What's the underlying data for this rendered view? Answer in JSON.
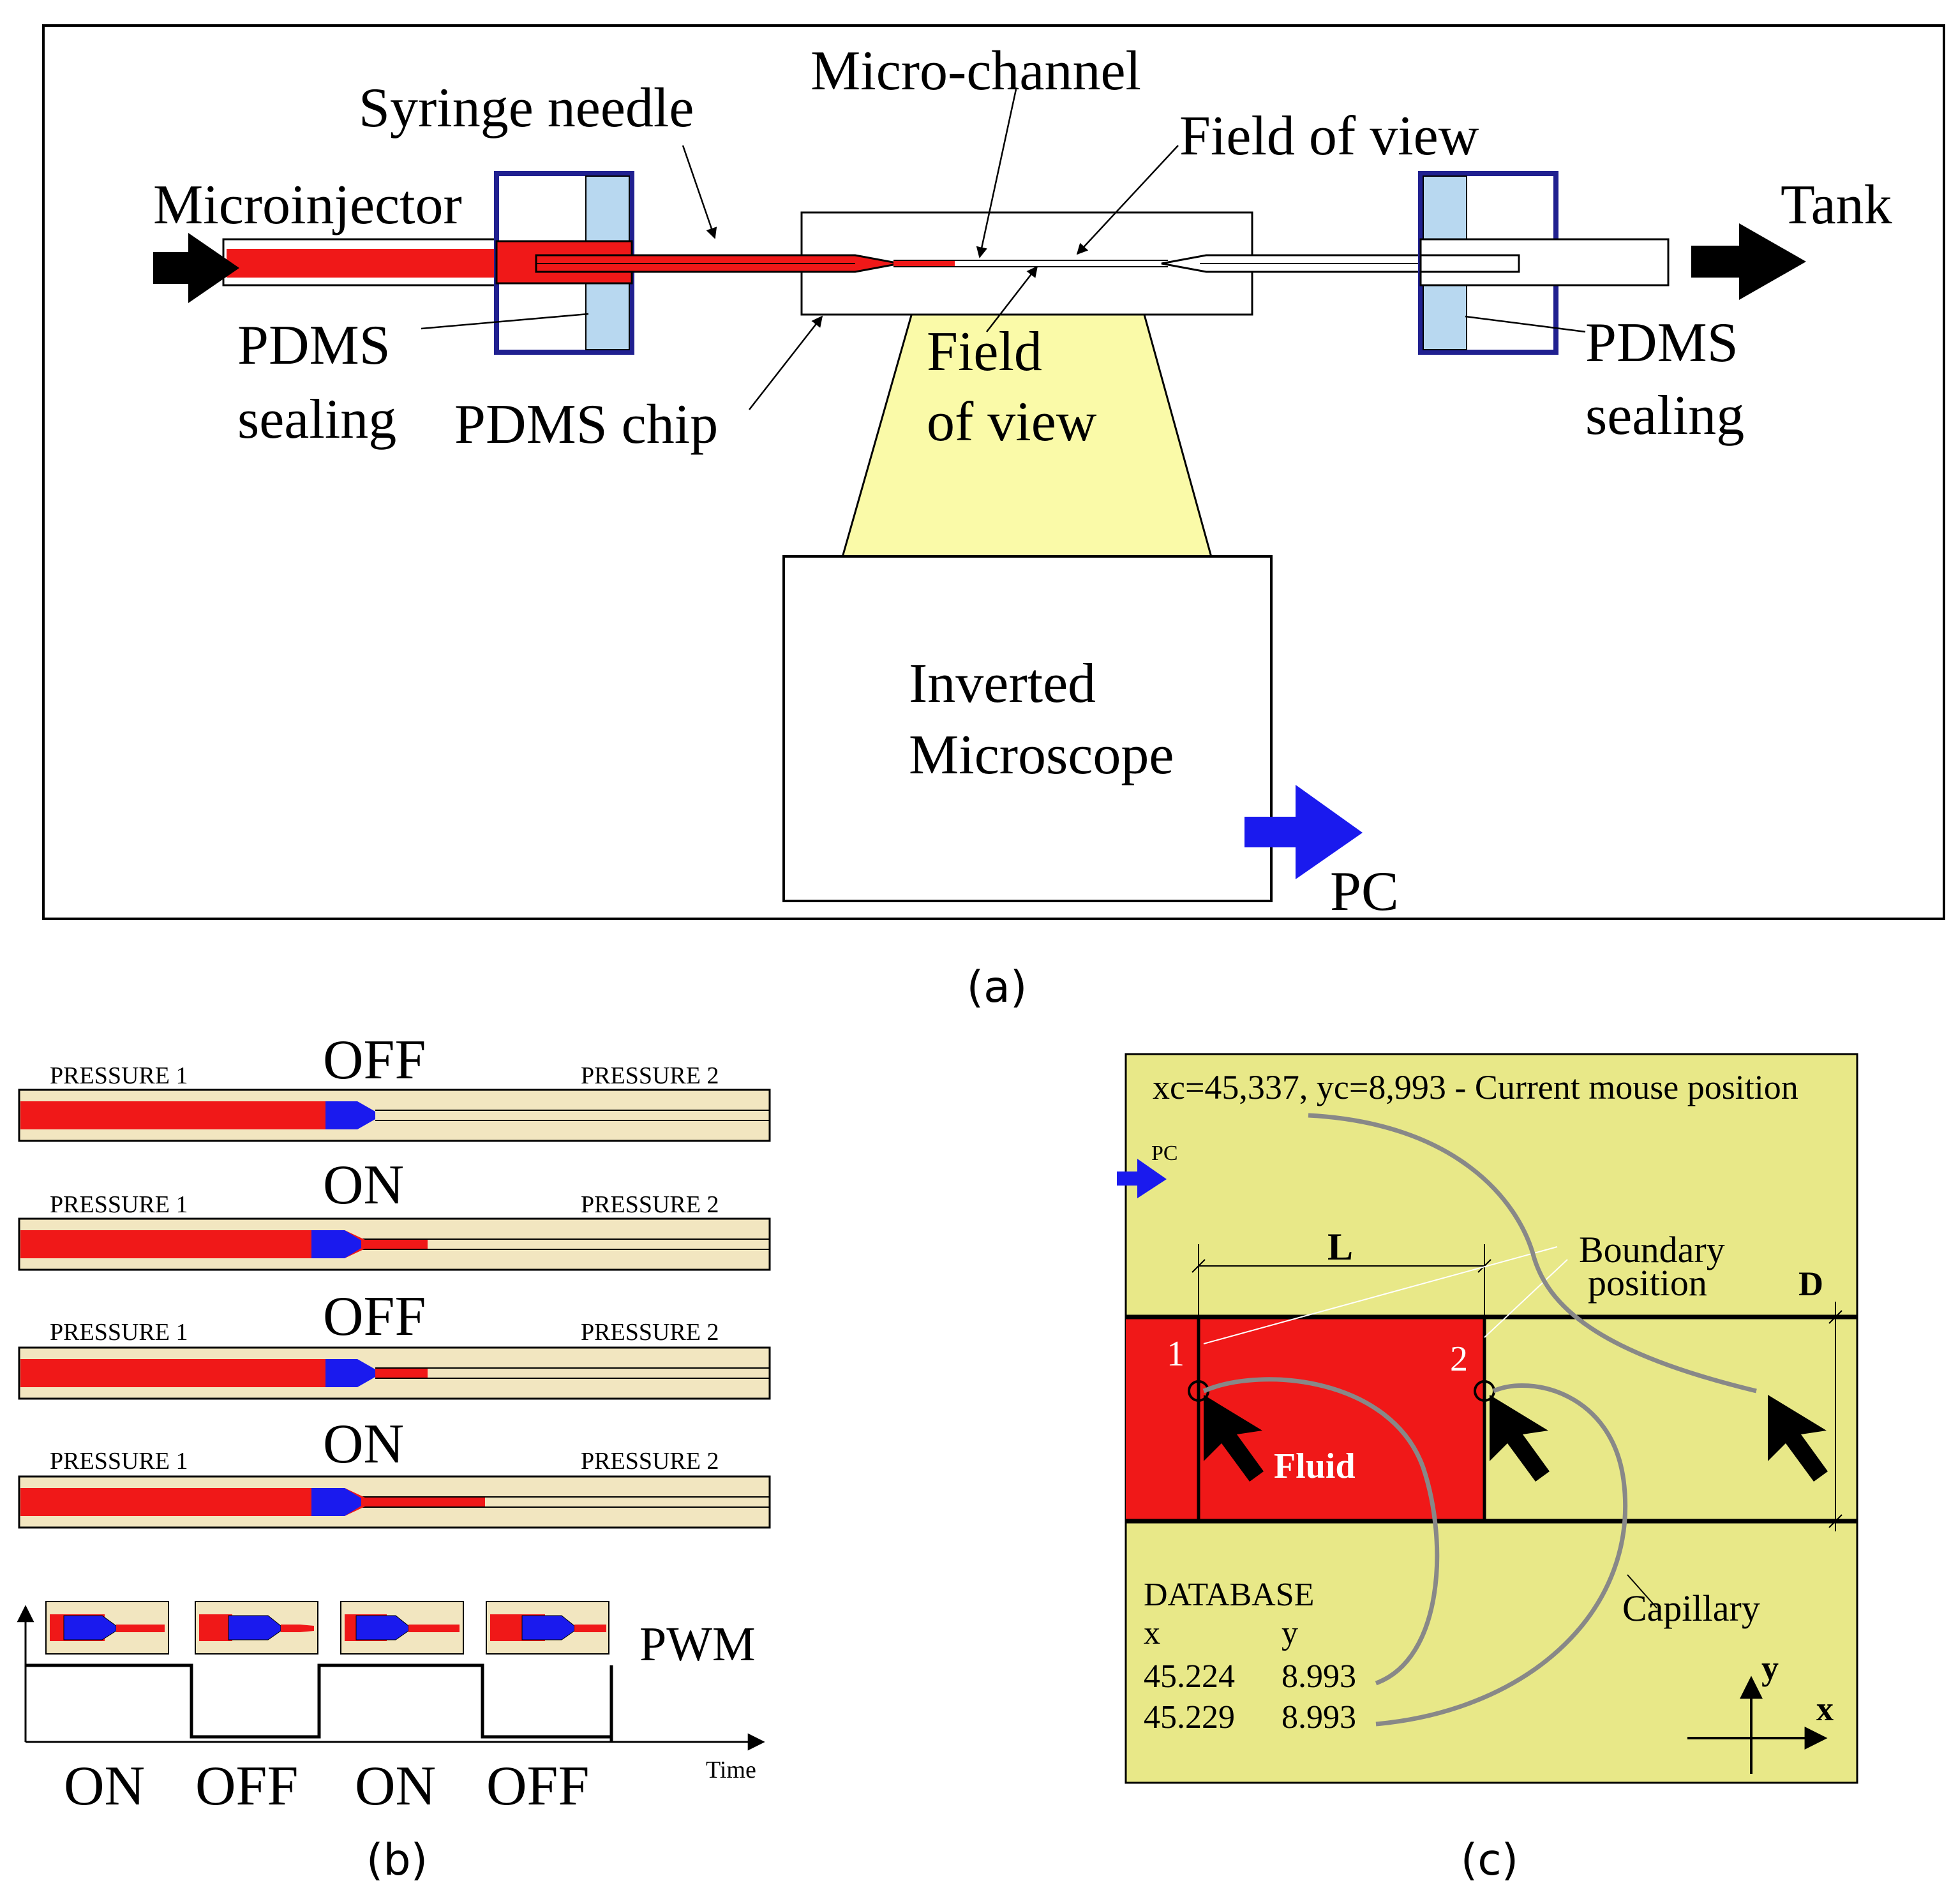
{
  "panel_a": {
    "label_microinjector": "Microinjector",
    "label_syringe_needle": "Syringe needle",
    "label_micro_channel": "Micro-channel",
    "label_field_of_view_top": "Field of view",
    "label_tank": "Tank",
    "label_pdms_sealing_left": [
      "PDMS",
      "sealing"
    ],
    "label_pdms_chip": "PDMS chip",
    "label_field_of_view_center": [
      "Field",
      "of view"
    ],
    "label_pdms_sealing_right": [
      "PDMS",
      "sealing"
    ],
    "label_inverted_microscope": [
      "Inverted",
      "Microscope"
    ],
    "label_pc": "PC",
    "caption": "(a)"
  },
  "panel_b": {
    "pressure_left": "PRESSURE 1",
    "pressure_right": "PRESSURE 2",
    "states": [
      "OFF",
      "ON",
      "OFF",
      "ON"
    ],
    "pwm_label": "PWM",
    "time_label": "Time",
    "wave_labels": [
      "ON",
      "OFF",
      "ON",
      "OFF"
    ],
    "caption": "(b)"
  },
  "panel_c": {
    "mouse_readout": "xc=45,337, yc=8,993 - Current mouse position",
    "pc_label": "PC",
    "length_label": "L",
    "boundary_label": [
      "Boundary",
      "position"
    ],
    "diameter_label": "D",
    "point1_label": "1",
    "point2_label": "2",
    "fluid_label": "Fluid",
    "capillary_label": "Capillary",
    "database_title": "DATABASE",
    "database_headers": [
      "x",
      "y"
    ],
    "database_rows": [
      [
        "45.224",
        "8.993"
      ],
      [
        "45.229",
        "8.993"
      ]
    ],
    "axis_y": "y",
    "axis_x": "x",
    "caption": "(c)"
  },
  "colors": {
    "fluid_red": "#f01818",
    "light_yellow": "#fafaa8",
    "panel_c_bg": "#e8e888",
    "channel_tan": "#f2e6c0",
    "plunger_blue": "#1a1aee",
    "seal_blue": "#b8d8f0",
    "frame_blue": "#202090"
  }
}
